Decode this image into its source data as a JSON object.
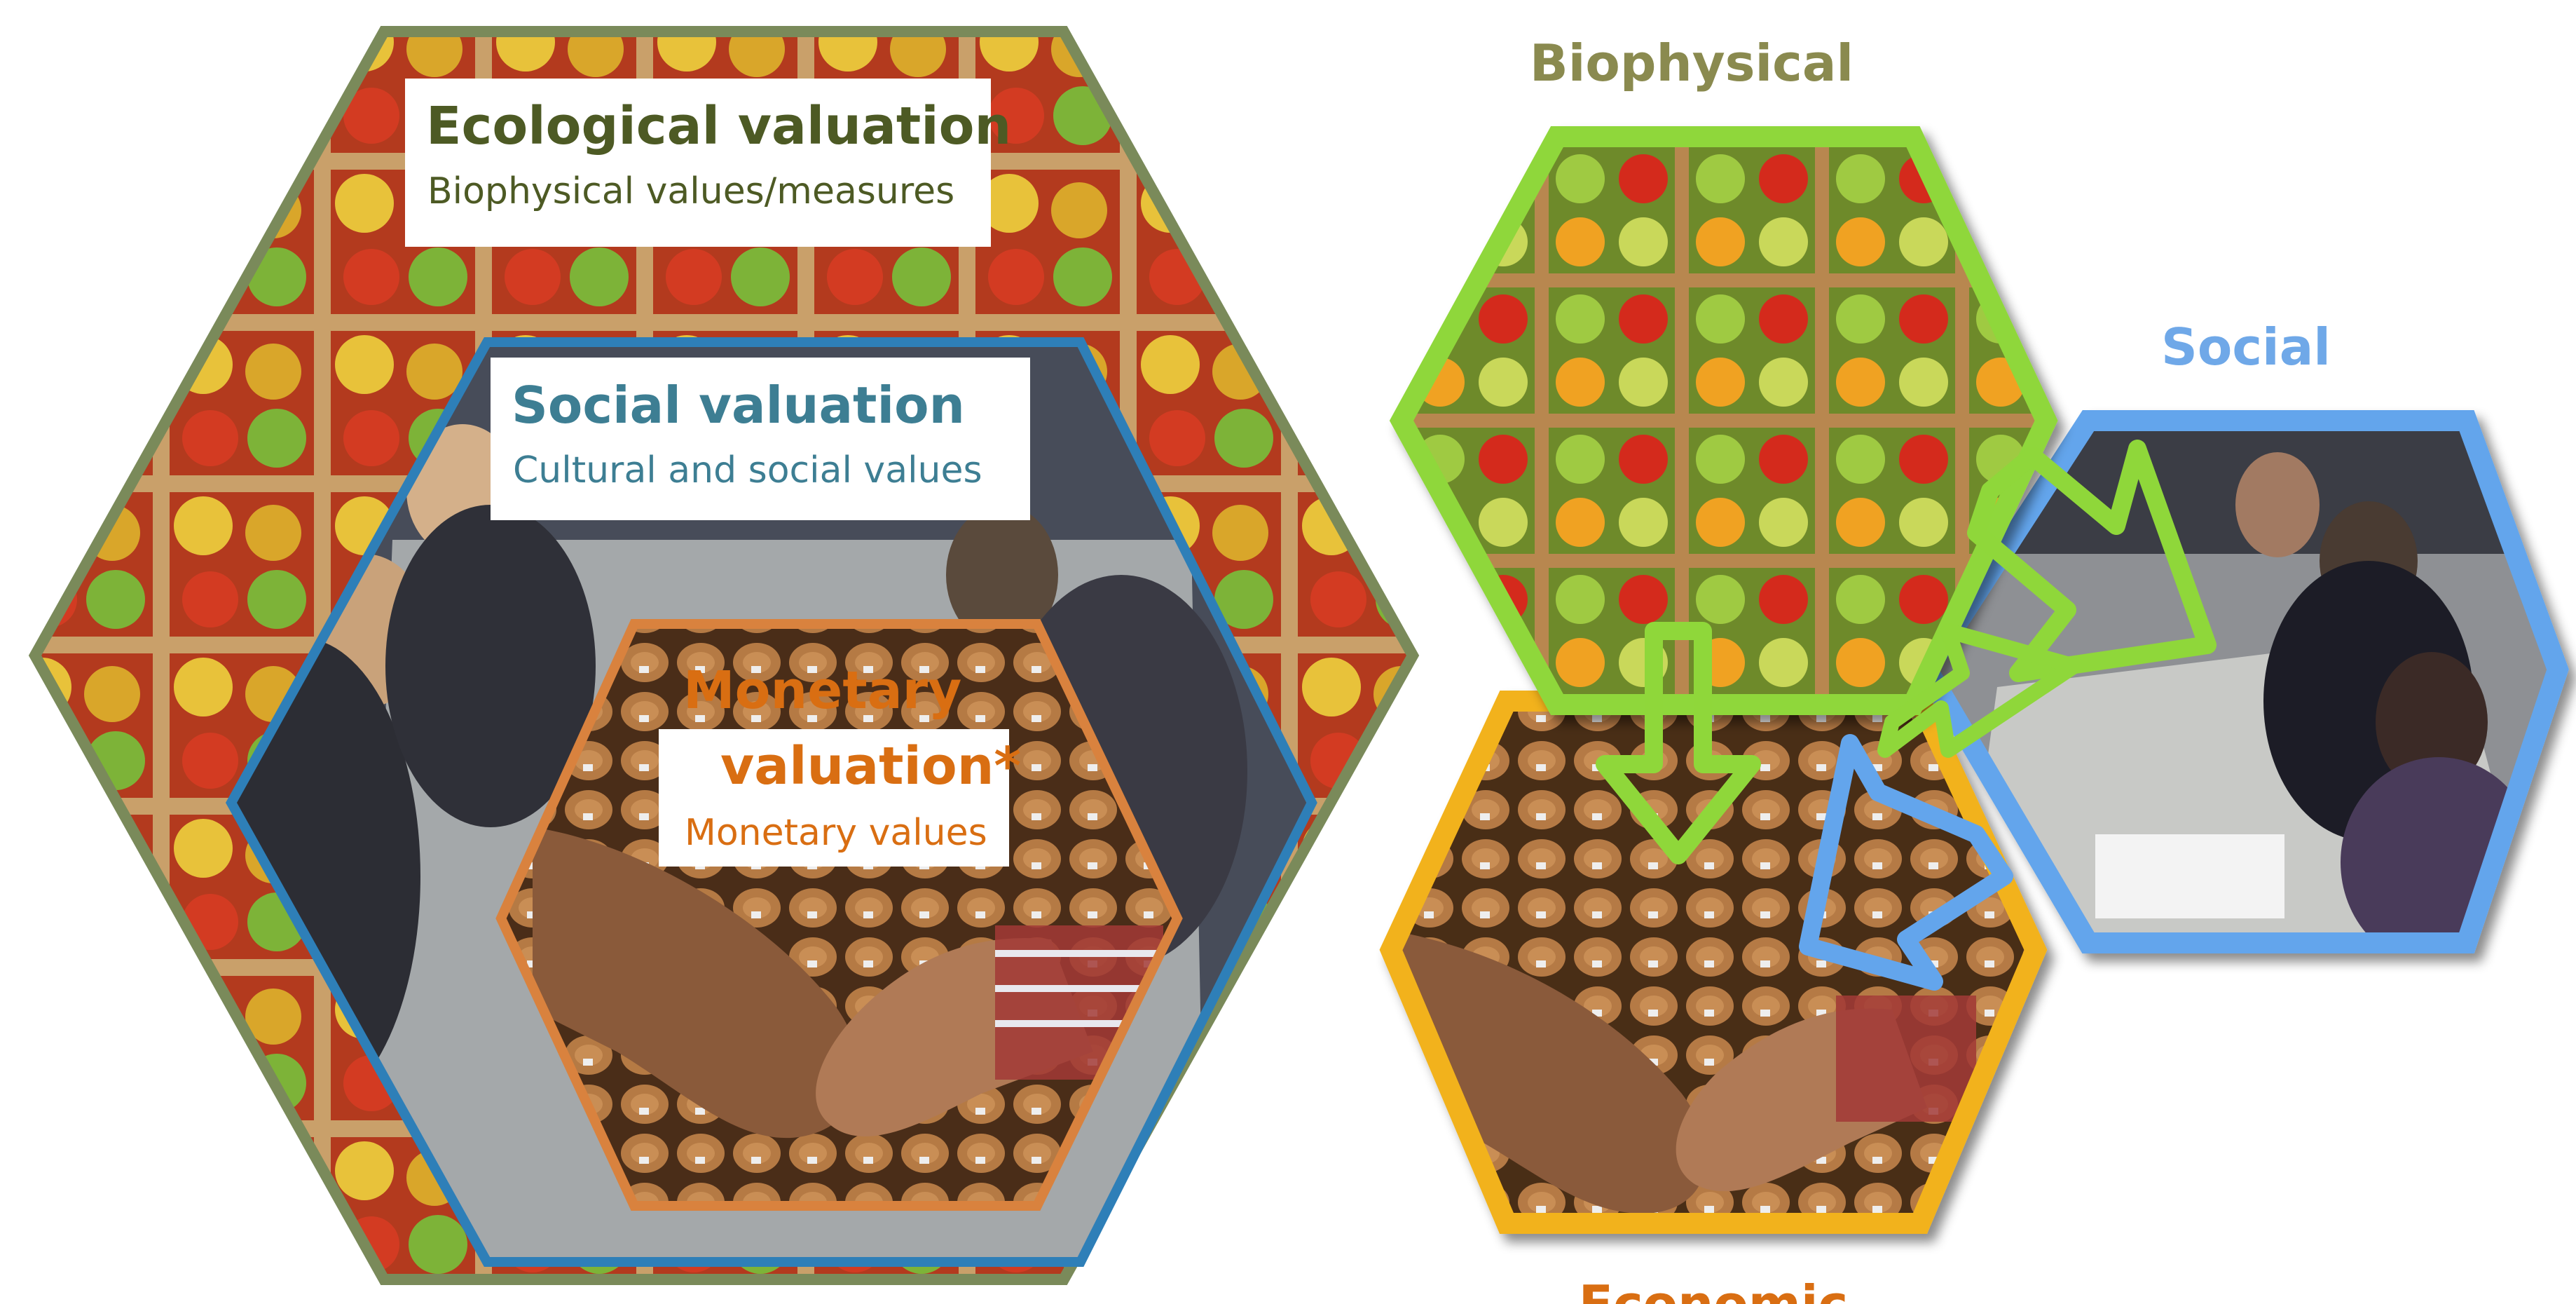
{
  "left_panel": {
    "ecological": {
      "title": "Ecological valuation",
      "subtitle": "Biophysical values/measures",
      "color": "#4d5a24",
      "border_color": "#7a8a5a"
    },
    "social": {
      "title": "Social valuation",
      "subtitle": "Cultural and social values",
      "color": "#3d7e93",
      "border_color": "#2e7fb8"
    },
    "monetary": {
      "title_line1": "Monetary",
      "title_line2": "valuation*",
      "subtitle": "Monetary values",
      "color": "#d96e12",
      "border_color": "#d9823e"
    }
  },
  "right_panel": {
    "biophysical": {
      "label": "Biophysical",
      "color": "#8a8a4f",
      "border_color": "#8fd73a"
    },
    "social": {
      "label": "Social",
      "color": "#6fa8e8",
      "border_color": "#63a5ec"
    },
    "economic": {
      "label": "Economic",
      "color": "#d96e12",
      "border_color": "#f2b21b"
    }
  },
  "icons": {
    "produce_photo": "fruit-vegetable-grid-photo",
    "meeting_photo": "group-meeting-photo",
    "handshake_photo": "handshake-over-timber-photo"
  }
}
